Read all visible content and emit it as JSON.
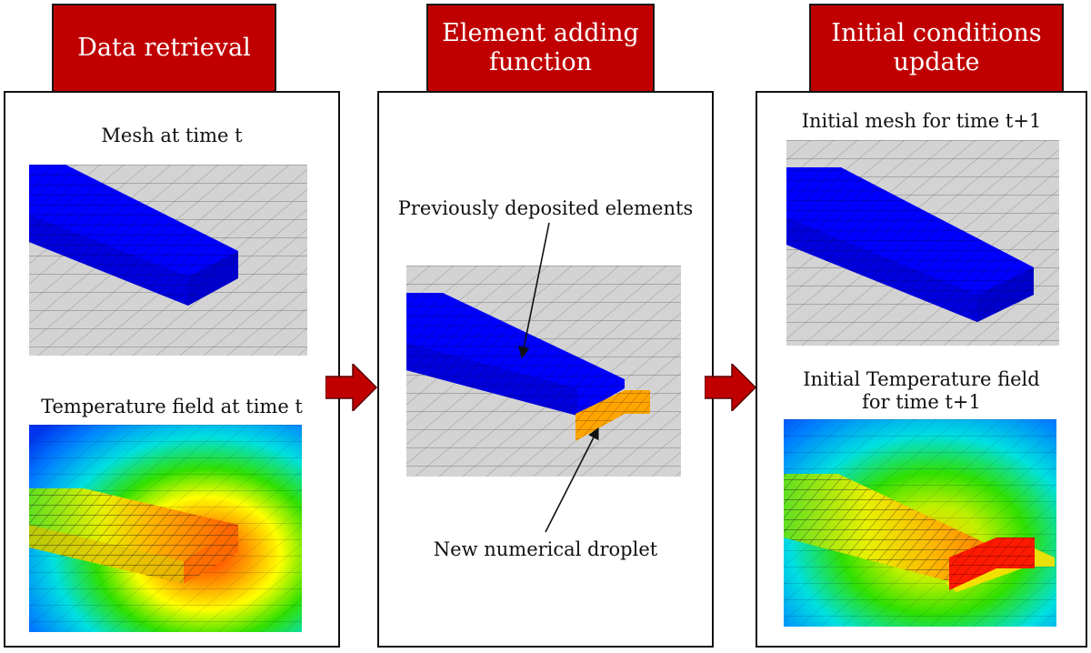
{
  "steps": [
    {
      "header": "Data retrieval"
    },
    {
      "header": "Element adding\nfunction"
    },
    {
      "header": "Initial conditions\nupdate"
    }
  ],
  "panel1": {
    "mesh_label": "Mesh at time t",
    "temp_label": "Temperature field at time t"
  },
  "panel2": {
    "label_previous": "Previously deposited elements",
    "label_new": "New numerical droplet"
  },
  "panel3": {
    "mesh_label": "Initial mesh for time t+1",
    "temp_label": "Initial Temperature field\nfor time t+1"
  },
  "colors": {
    "header_red": "#c00000",
    "deposited_blue": "#0000ff",
    "droplet_orange": "#ffa500",
    "mesh_grey": "#d3d3d3"
  }
}
